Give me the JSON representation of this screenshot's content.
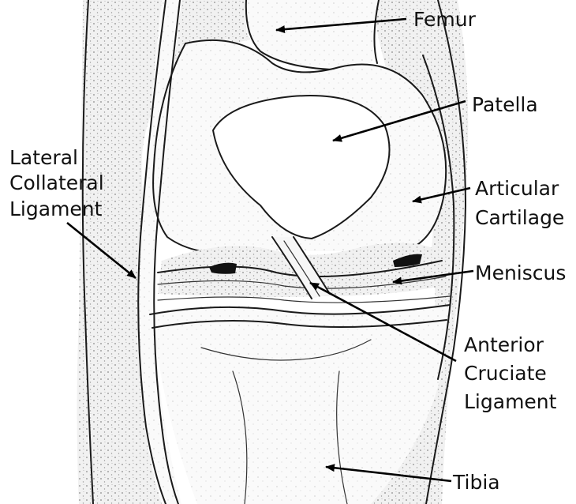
{
  "labels": {
    "femur": "Femur",
    "patella": "Patella",
    "lateral_collateral_ligament": [
      "Lateral",
      "Collateral",
      "Ligament"
    ],
    "articular_cartilage": [
      "Articular",
      "Cartilage"
    ],
    "meniscus": "Meniscus",
    "anterior_cruciate_ligament": [
      "Anterior",
      "Cruciate",
      "Ligament"
    ],
    "tibia": "Tibia"
  }
}
